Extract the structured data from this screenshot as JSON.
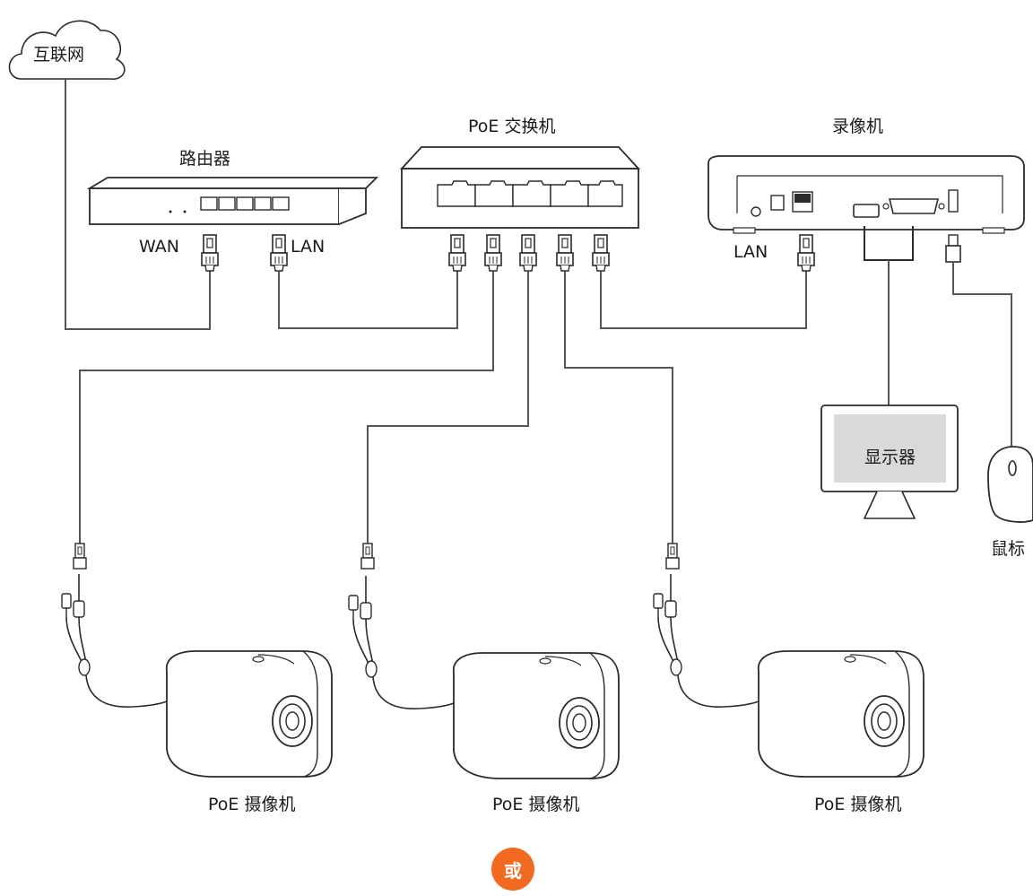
{
  "labels": {
    "internet": "互联网",
    "router": "路由器",
    "poe_switch": "PoE 交换机",
    "nvr": "录像机",
    "wan": "WAN",
    "router_lan": "LAN",
    "nvr_lan": "LAN",
    "monitor": "显示器",
    "mouse": "鼠标",
    "camera_1": "PoE 摄像机",
    "camera_2": "PoE 摄像机",
    "camera_3": "PoE 摄像机",
    "or_badge": "或"
  },
  "colors": {
    "line": "#2b2b2b",
    "cable": "#555555",
    "screen": "#d9d9d9",
    "badge": "#f26a21"
  }
}
